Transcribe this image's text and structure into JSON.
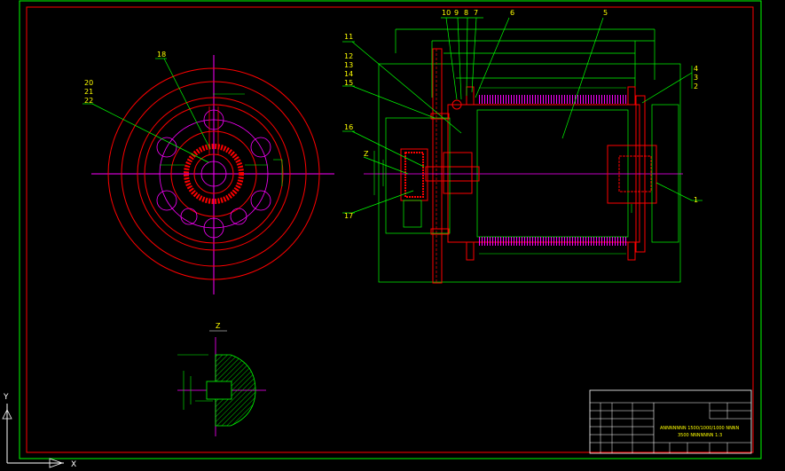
{
  "colors": {
    "background": "#000000",
    "frame": "#00ff00",
    "border": "#ff0000",
    "drum": "#ff0000",
    "center": "#ff00ff",
    "hatch": "#00ff00",
    "label": "#ffff00",
    "leader": "#00ff00",
    "dimension": "#00ff00"
  },
  "left_view": {
    "callouts": [
      "20",
      "21",
      "22",
      "18"
    ]
  },
  "section_view": {
    "callouts_top": [
      "10",
      "9",
      "8",
      "7",
      "6",
      "5"
    ],
    "callouts_left": [
      "11",
      "12",
      "13",
      "14",
      "15",
      "16",
      "Z",
      "17"
    ],
    "callouts_right": [
      "4",
      "3",
      "2",
      "1"
    ]
  },
  "detail_view": {
    "label": "Z"
  },
  "title_block": {
    "title_line1": "ANNNNNNN 1500/1000/1000 NNNN",
    "title_line2": "3500 NNNNNNN 1:3"
  },
  "ucs": {
    "x_axis": "X",
    "y_axis": "Y"
  }
}
